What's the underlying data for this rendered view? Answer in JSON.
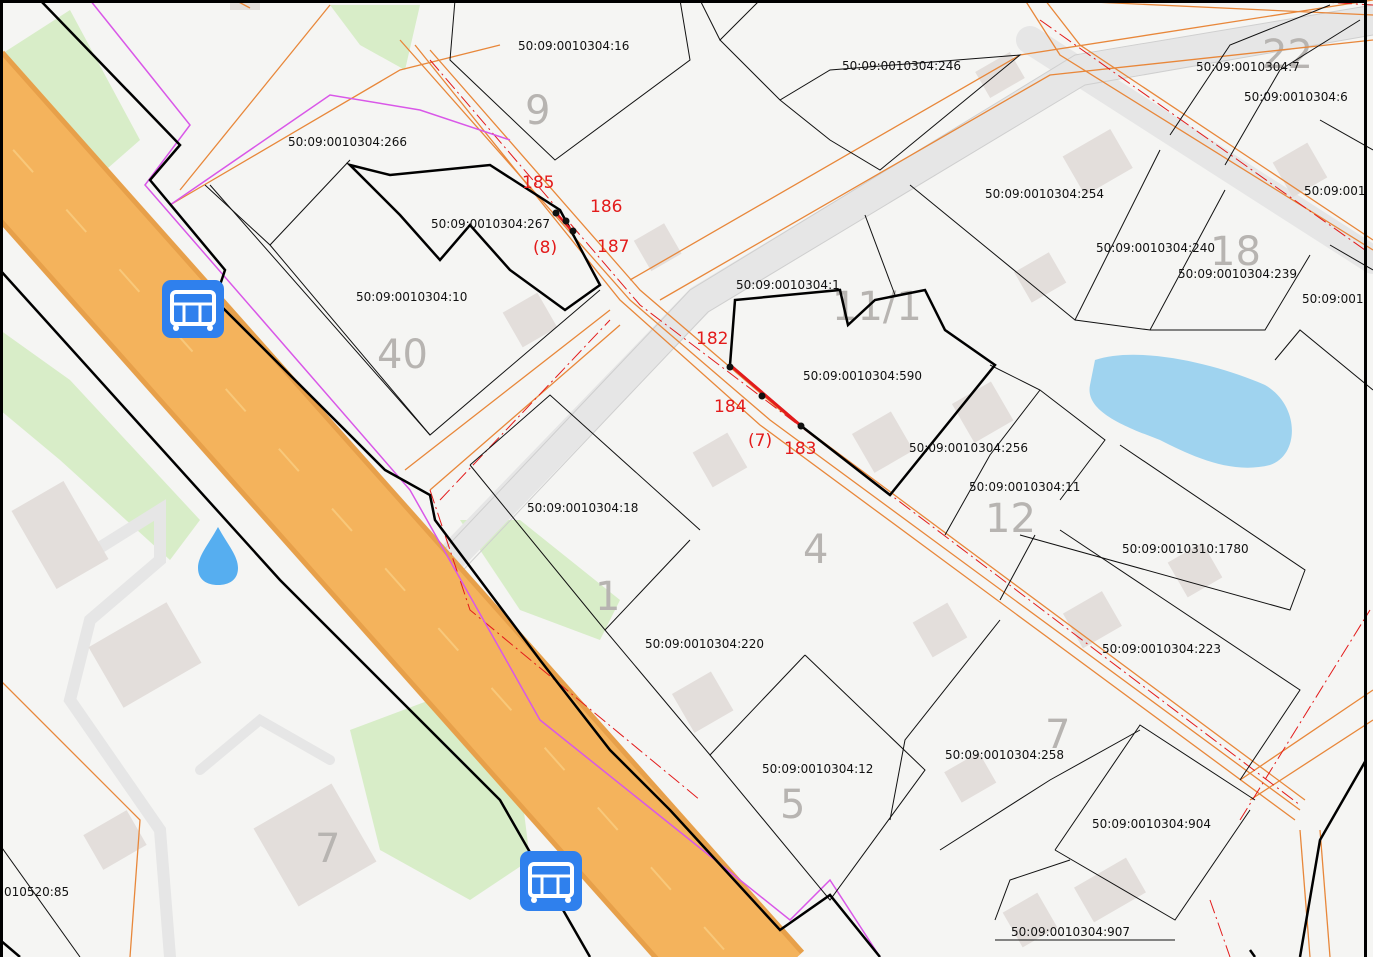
{
  "colors": {
    "background": "#f5f5f3",
    "road_major": "#f4b35c",
    "road_major_edge": "#e7a04a",
    "road_minor": "#e7e7e7",
    "green": "#d8edc8",
    "water": "#9fd3ef",
    "building": "#e3dedb",
    "cadastral_line": "#111111",
    "zone_line": "#e8873a",
    "boundary_magenta": "#d957e8",
    "red_line": "#e31b1b",
    "bus_stop": "#2f80ed"
  },
  "icons": {
    "bus_stop": "bus-stop-icon",
    "water_drop": "water-drop-icon"
  },
  "parcels": [
    {
      "label": "50:09:0010304:16"
    },
    {
      "label": "50:09:0010304:246"
    },
    {
      "label": "50:09:0010304:7"
    },
    {
      "label": "50:09:0010304:6"
    },
    {
      "label": "50:09:0010304:266"
    },
    {
      "label": "50:09:0010304:267"
    },
    {
      "label": "50:09:0010304:10"
    },
    {
      "label": "50:09:0010304:254"
    },
    {
      "label": "50:09:0010304:240"
    },
    {
      "label": "50:09:0010304:239"
    },
    {
      "label": "50:09:001"
    },
    {
      "label": "50:09:001"
    },
    {
      "label": "50:09:0010304:1"
    },
    {
      "label": "50:09:0010304:590"
    },
    {
      "label": "50:09:0010304:256"
    },
    {
      "label": "50:09:0010304:11"
    },
    {
      "label": "50:09:0010304:18"
    },
    {
      "label": "50:09:0010310:1780"
    },
    {
      "label": "50:09:0010304:220"
    },
    {
      "label": "50:09:0010304:223"
    },
    {
      "label": "50:09:0010304:258"
    },
    {
      "label": "50:09:0010304:12"
    },
    {
      "label": "50:09:0010304:904"
    },
    {
      "label": "50:09:0010304:907"
    },
    {
      "label": "010520:85"
    }
  ],
  "house_numbers": [
    "9",
    "22",
    "40",
    "18",
    "11/1",
    "12",
    "4",
    "1",
    "7",
    "5",
    "7"
  ],
  "points": [
    "185",
    "186",
    "(8)",
    "187",
    "182",
    "184",
    "(7)",
    "183"
  ]
}
